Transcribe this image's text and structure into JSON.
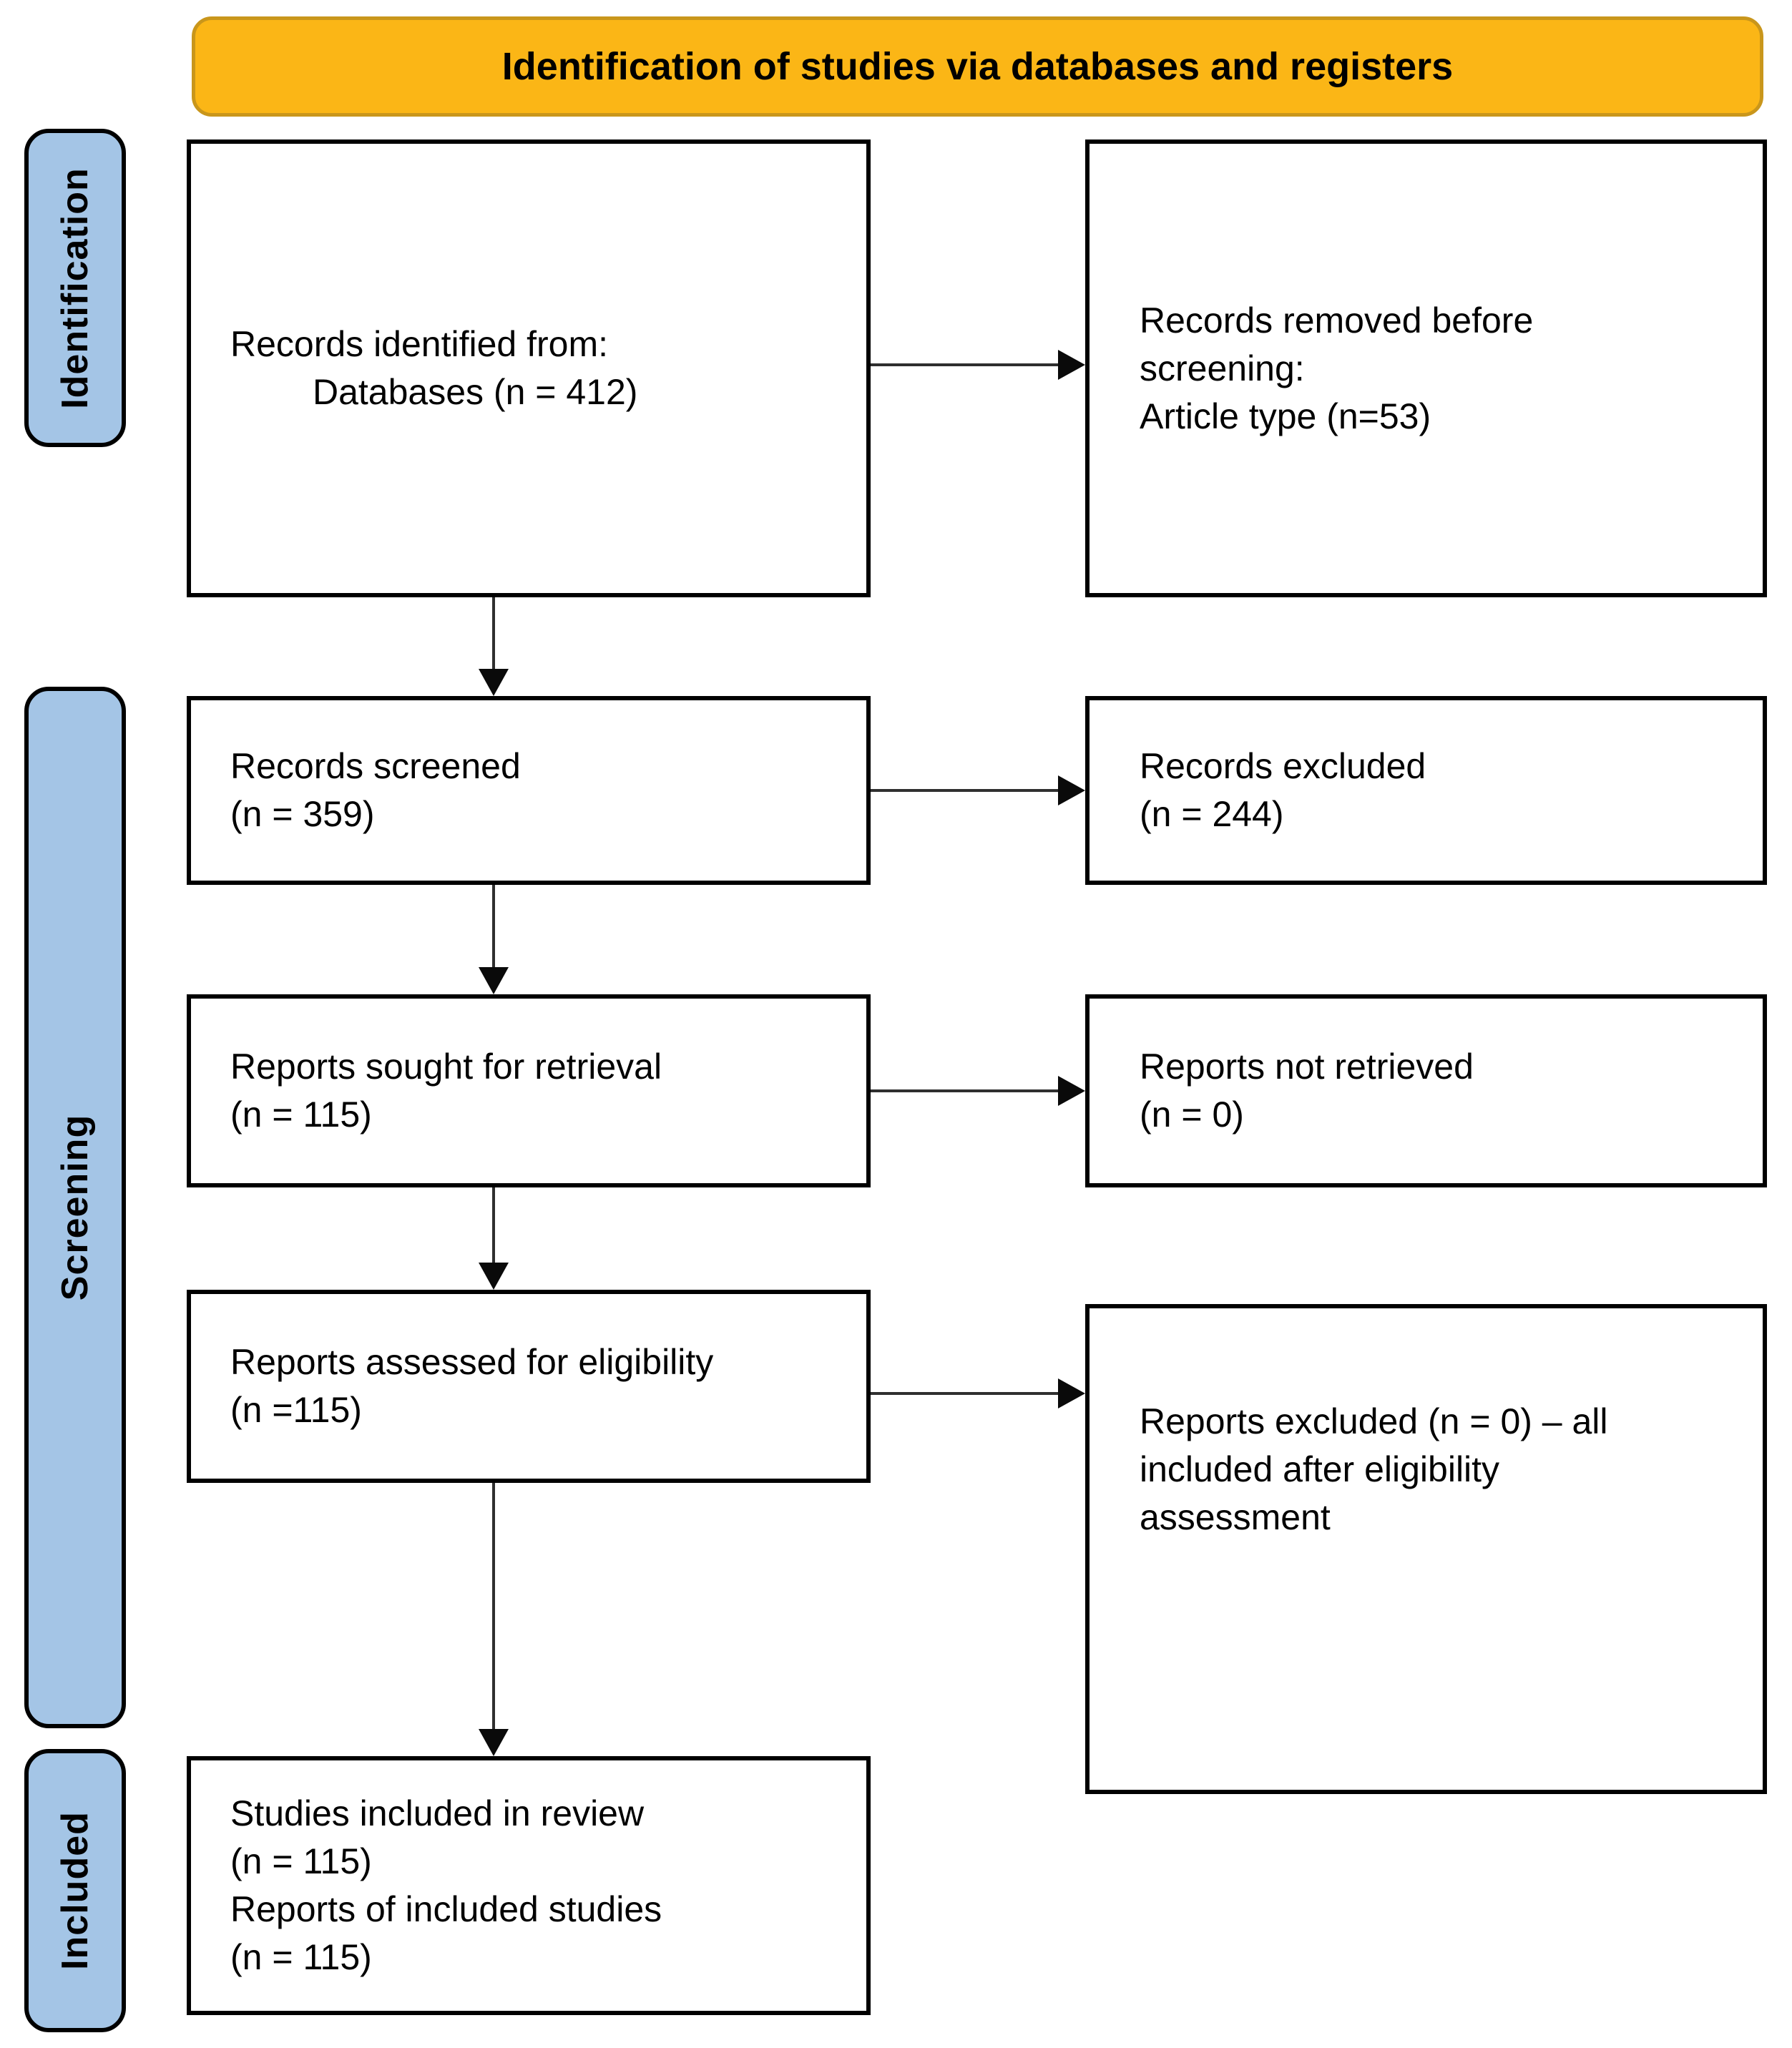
{
  "banner": {
    "label": "Identification of studies via databases and registers"
  },
  "stages": {
    "identification": "Identification",
    "screening": "Screening",
    "included": "Included"
  },
  "flow": {
    "records_identified": {
      "lines": [
        "Records identified from:",
        "Databases (n = 412)"
      ]
    },
    "records_removed": {
      "lines": [
        "Records removed before",
        "screening:",
        "Article type (n=53)"
      ]
    },
    "records_screened": {
      "lines": [
        "Records screened",
        "(n = 359)"
      ]
    },
    "records_excluded": {
      "lines": [
        "Records excluded",
        "(n = 244)"
      ]
    },
    "reports_sought": {
      "lines": [
        "Reports sought for retrieval",
        "(n = 115)"
      ]
    },
    "reports_not_retrieved": {
      "lines": [
        "Reports not retrieved",
        "(n = 0)"
      ]
    },
    "reports_assessed": {
      "lines": [
        "Reports assessed for eligibility",
        "(n =115)"
      ]
    },
    "reports_excluded": {
      "lines": [
        "Reports excluded (n = 0) – all",
        "included after eligibility",
        "assessment"
      ]
    },
    "studies_included": {
      "lines": [
        "Studies included in review",
        "(n = 115)",
        "Reports of included studies",
        "(n = 115)"
      ]
    }
  },
  "colors": {
    "banner_fill": "#FBB616",
    "banner_border": "#C9961B",
    "stage_fill": "#A4C5E6",
    "box_border": "#000000",
    "arrow_line": "#2F2F2F",
    "arrow_head": "#0A0A0A"
  }
}
